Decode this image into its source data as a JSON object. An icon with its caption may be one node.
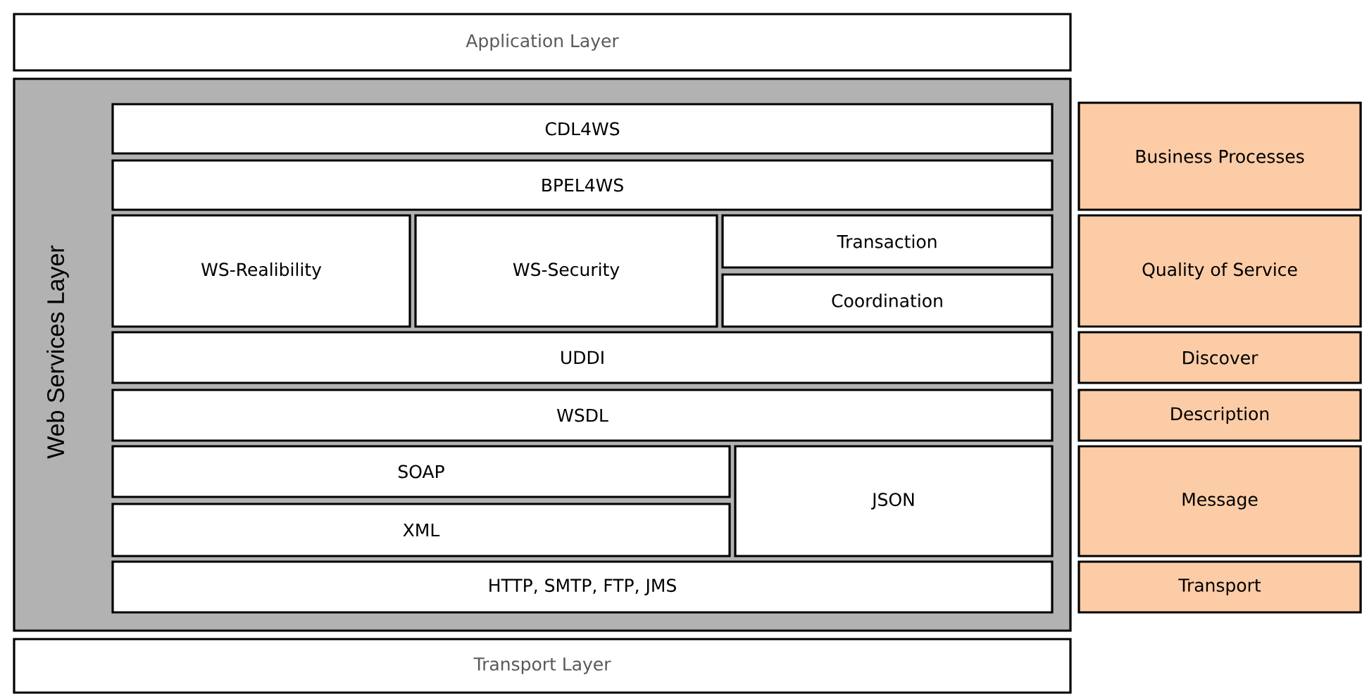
{
  "diagram": {
    "nodes": [
      {
        "text": [
          "Application Layer"
        ]
      },
      {
        "text": [
          "Web Services Layer"
        ]
      },
      {
        "text": [
          "CDL4WS"
        ],
        "in": 1
      },
      {
        "text": [
          "BPEL4WS"
        ],
        "in": 1
      },
      {
        "text": [
          "WS-Realibility"
        ],
        "in": 1
      },
      {
        "text": [
          "WS-Security"
        ],
        "in": 1
      },
      {
        "text": [
          "Transaction"
        ],
        "in": 1
      },
      {
        "text": [
          "Coordination"
        ],
        "in": 1
      },
      {
        "text": [
          "UDDI"
        ],
        "in": 1
      },
      {
        "text": [
          "WSDL"
        ],
        "in": 1
      },
      {
        "text": [
          "SOAP"
        ],
        "in": 1
      },
      {
        "text": [
          "XML"
        ],
        "in": 1
      },
      {
        "text": [
          "JSON"
        ],
        "in": 1
      },
      {
        "text": [
          "HTTP, SMTP, FTP, JMS"
        ],
        "in": 1
      },
      {
        "text": [
          "Transport Layer"
        ]
      },
      {
        "text": [
          "Business Processes"
        ]
      },
      {
        "text": [
          "Quality of Service"
        ]
      },
      {
        "text": [
          "Discover"
        ]
      },
      {
        "text": [
          "Description"
        ]
      },
      {
        "text": [
          "Message"
        ]
      },
      {
        "text": [
          "Transport"
        ]
      }
    ],
    "edges": []
  }
}
